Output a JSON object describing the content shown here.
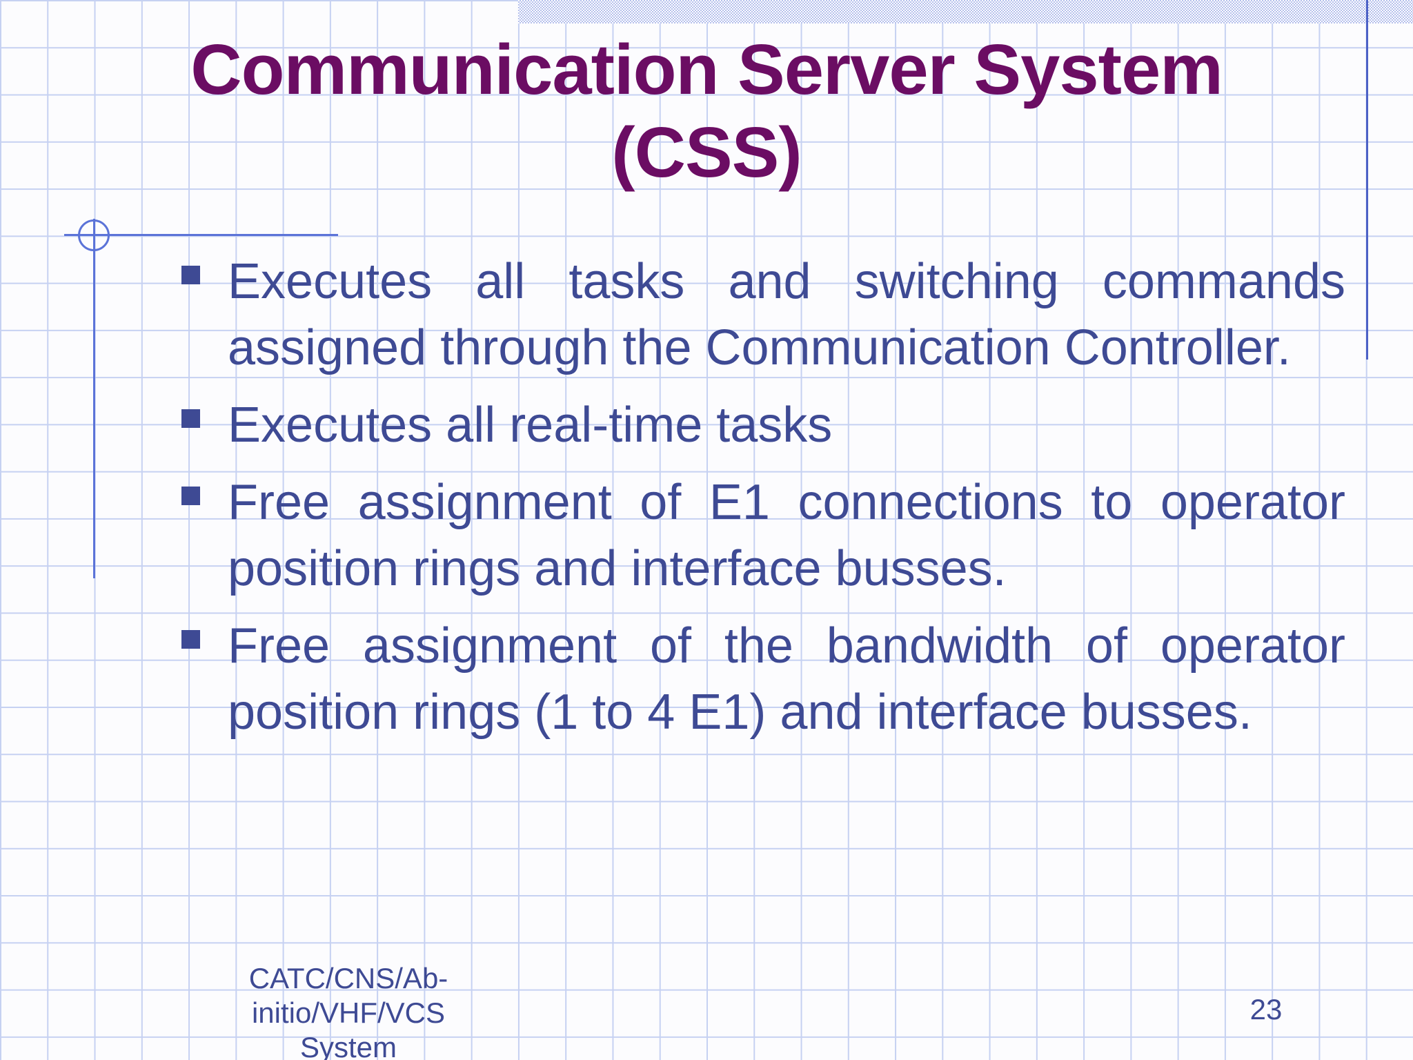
{
  "slide": {
    "title": {
      "line1": "Communication Server System",
      "line2": "(CSS)"
    },
    "bullets": [
      "Executes all tasks and switching commands assigned through the Communication Controller.",
      "Executes all real-time tasks",
      "Free assignment of E1 connections to operator position rings and interface busses.",
      "Free assignment of the bandwidth of operator position rings (1 to 4 E1) and interface busses."
    ],
    "footer": {
      "line1": "CATC/CNS/Ab-initio/VHF/VCS",
      "line2": "System"
    },
    "page_number": "23",
    "colors": {
      "title": "#6b0d63",
      "body_text": "#3e4a94",
      "grid_line": "#c6d1f2",
      "decor_line": "#5b73d8",
      "right_rule": "#4c61c6",
      "strip": "#b5c0ec",
      "background": "#fcfcfe"
    }
  }
}
